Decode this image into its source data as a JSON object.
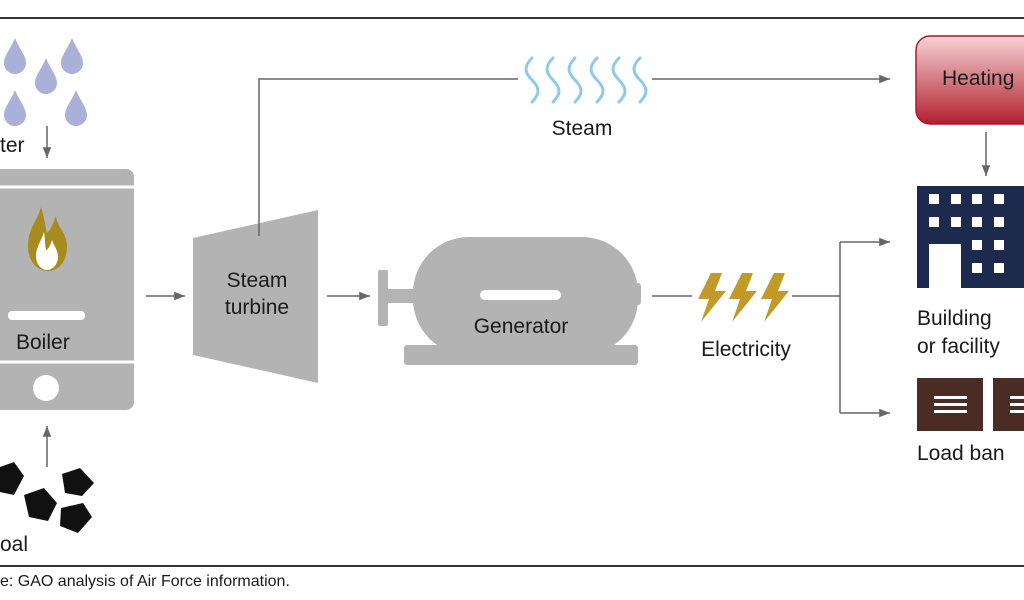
{
  "labels": {
    "water": "ter",
    "coal": "oal",
    "boiler": "Boiler",
    "steam_turbine_line1": "Steam",
    "steam_turbine_line2": "turbine",
    "steam": "Steam",
    "generator": "Generator",
    "electricity": "Electricity",
    "heating": "Heating",
    "building_line1": "Building",
    "building_line2": "or facility",
    "load_bank": "Load ban"
  },
  "source": "e: GAO analysis of Air Force information.",
  "colors": {
    "frame": "#333333",
    "machine_gray": "#b3b3b3",
    "arrow": "#666666",
    "water_drop": "#aab0d8",
    "flame_outer": "#a88b1e",
    "flame_inner": "#ffffff",
    "steam_wave": "#8fc8ee",
    "lightning": "#c19a2a",
    "heating_top": "#f7d2d6",
    "heating_bottom": "#b0202e",
    "building": "#1c2a4d",
    "load_bank": "#4a2c25",
    "coal": "#111111"
  },
  "icons": [
    "water-drop-icon",
    "flame-icon",
    "coal-icon",
    "steam-wave-icon",
    "lightning-icon",
    "building-icon",
    "load-bank-icon"
  ]
}
